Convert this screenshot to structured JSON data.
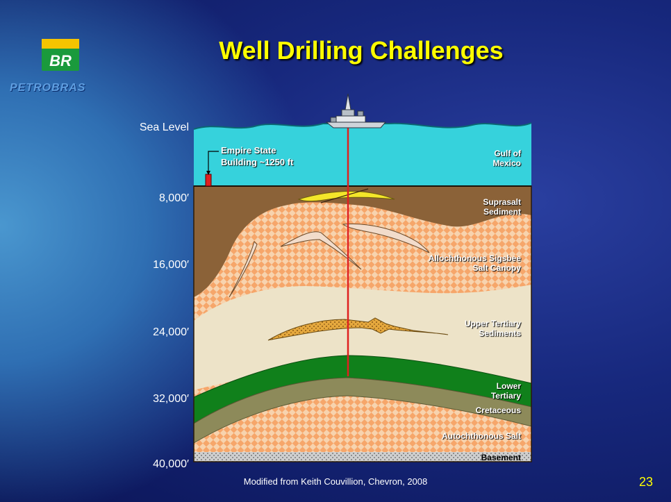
{
  "title": "Well Drilling Challenges",
  "logo": {
    "mark": "BR",
    "name": "PETROBRAS"
  },
  "depth_labels": [
    "Sea Level",
    "8,000′",
    "16,000′",
    "24,000′",
    "32,000′",
    "40,000′"
  ],
  "layers": {
    "gulf": "Gulf of\nMexico",
    "suprasalt": "Suprasalt\nSediment",
    "canopy": "Allochthonous Sigsbee\nSalt Canopy",
    "upper_tertiary": "Upper Tertiary\nSediments",
    "lower_tertiary": "Lower\nTertiary",
    "cretaceous": "Cretaceous",
    "autochthonous": "Autochthonous Salt",
    "basement": "Basement"
  },
  "empire_state": "Empire State\nBuilding ~1250 ft",
  "credit": "Modified from Keith Couvillion, Chevron, 2008",
  "page_number": "23",
  "colors": {
    "title": "#ffff00",
    "sea": "#36d2dc",
    "sediment": "#8b6238",
    "salt_orange": "#f6b07c",
    "salt_pink": "#f7d3ae",
    "upper_tertiary": "#ede3c8",
    "lower_tertiary": "#10801b",
    "cretaceous": "#8d8a5a",
    "well": "#e02020"
  }
}
